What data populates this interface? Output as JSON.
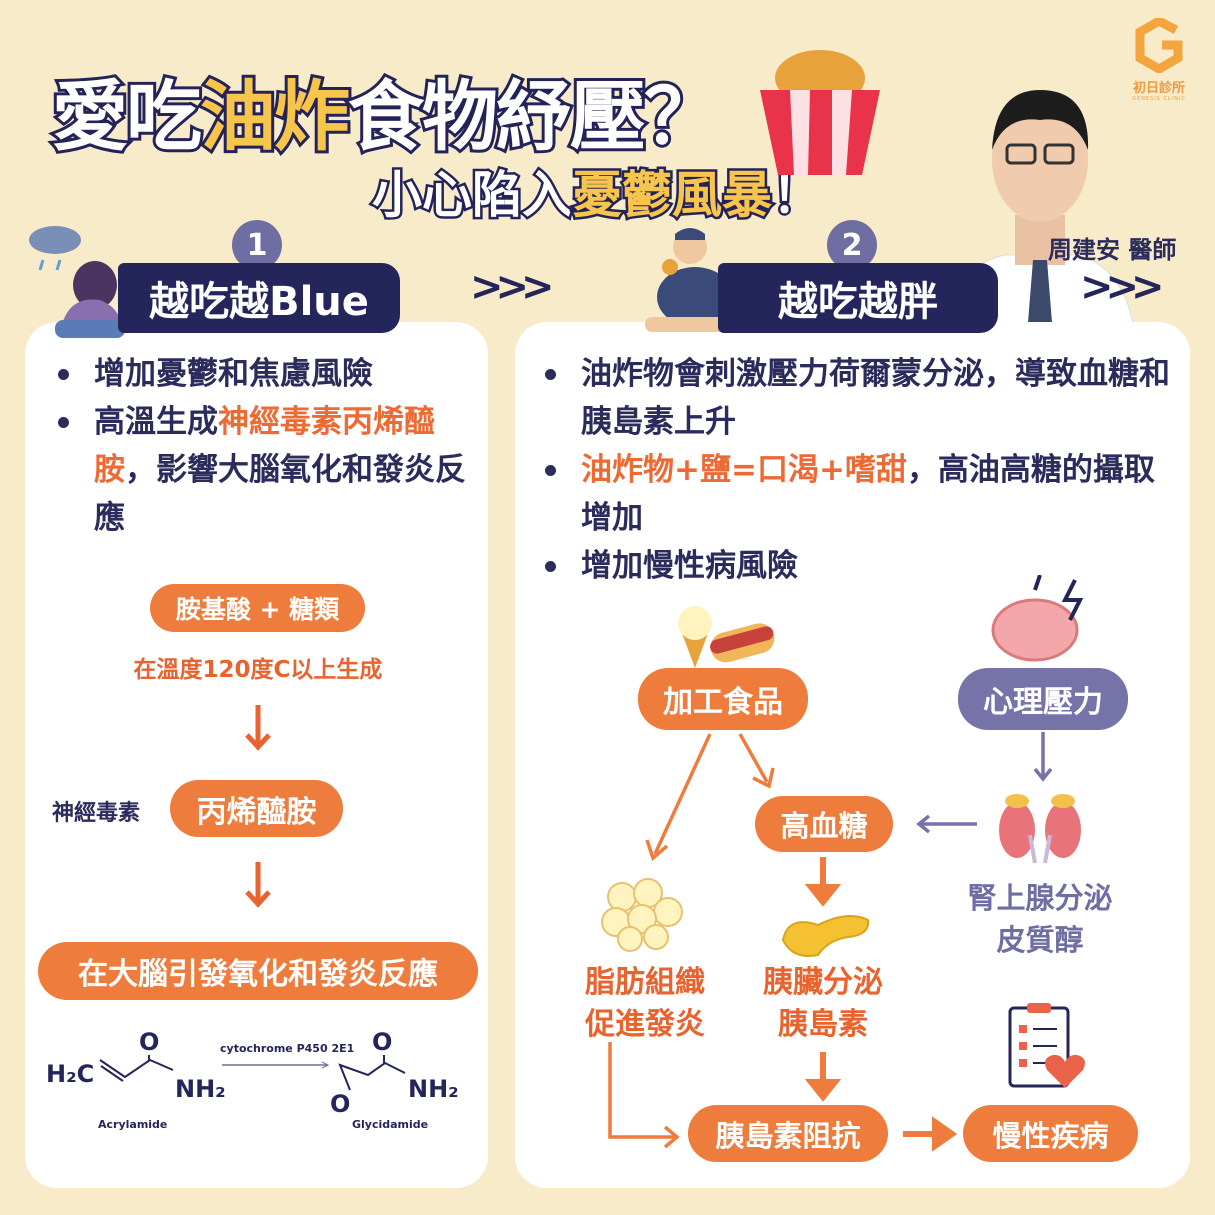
{
  "title": {
    "line1_a": "愛吃",
    "line1_b": "油炸",
    "line1_c": "食物紓壓？",
    "line2_a": "小心陷入",
    "line2_b": "憂鬱風暴",
    "line2_c": "！"
  },
  "logo": {
    "name": "初日診所",
    "sub": "GENESIS CLINIC"
  },
  "doctor": {
    "name": "周建安 醫師"
  },
  "section1": {
    "number": "1",
    "title": "越吃越Blue",
    "bullets": [
      [
        "增加憂鬱和焦慮風險"
      ],
      [
        "高溫生成",
        "神經毒素丙烯醯胺",
        "，影響大腦氧化和發炎反應"
      ]
    ],
    "flow": {
      "step1": "胺基酸 + 糖類",
      "condition": "在溫度120度C以上生成",
      "label": "神經毒素",
      "step2": "丙烯醯胺",
      "step3": "在大腦引發氧化和發炎反應"
    },
    "chem": {
      "left_formula_h2c": "H₂C",
      "o": "O",
      "nh2": "NH₂",
      "enzyme": "cytochrome P450 2E1",
      "left_name": "Acrylamide",
      "right_name": "Glycidamide",
      "ring_o": "O"
    }
  },
  "section2": {
    "number": "2",
    "title": "越吃越胖",
    "bullets": [
      [
        "油炸物會刺激壓力荷爾蒙分泌，導致血糖和胰島素上升"
      ],
      [
        "油炸物+鹽=口渴+嗜甜",
        "，高油高糖的攝取增加"
      ],
      [
        "增加慢性病風險"
      ]
    ],
    "flow": {
      "processed": "加工食品",
      "stress": "心理壓力",
      "sugar": "高血糖",
      "adrenal1": "腎上腺分泌",
      "adrenal2": "皮質醇",
      "fat1": "脂肪組織",
      "fat2": "促進發炎",
      "pancreas1": "胰臟分泌",
      "pancreas2": "胰島素",
      "resistance": "胰島素阻抗",
      "chronic": "慢性疾病"
    }
  },
  "colors": {
    "navy": "#24255b",
    "orange": "#ee7c3c",
    "purple": "#7573a8",
    "bg": "#f8ebc9"
  }
}
